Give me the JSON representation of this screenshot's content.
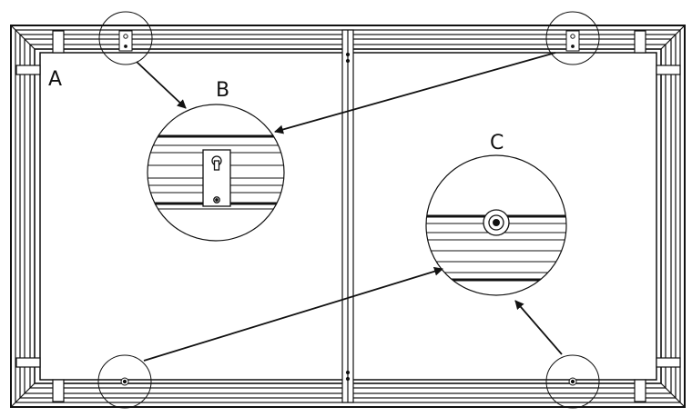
{
  "labels": {
    "a": "A",
    "b": "B",
    "c": "C"
  },
  "colors": {
    "stroke": "#111111",
    "panel": "#ffffff",
    "frame_fill": "#ffffff"
  },
  "icons": {
    "keyhole_hanger": "keyhole-bracket-icon",
    "screw": "screw-icon"
  }
}
